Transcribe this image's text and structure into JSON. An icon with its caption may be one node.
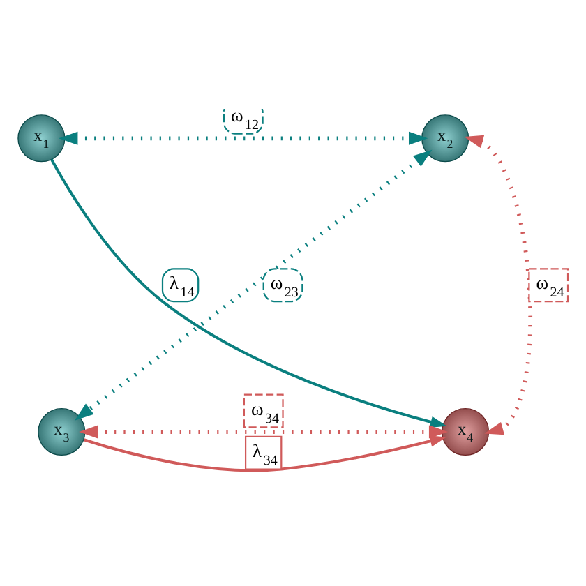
{
  "diagram": {
    "nodes": [
      {
        "text": [
          "x$_{1}$"
        ]
      },
      {
        "text": [
          "x$_{2}$"
        ]
      },
      {
        "text": [
          "x$_{3}$"
        ]
      },
      {
        "text": [
          "x$_{4}$"
        ]
      }
    ],
    "edges": [
      {
        "from": 0,
        "to": 1,
        "arrow": "both",
        "label": "ω$_{12}$",
        "style": "dashed",
        "color": "#0a7f7f"
      },
      {
        "from": 0,
        "to": 3,
        "arrow": "to",
        "label": "λ$_{14}$",
        "color": "#0a7f7f"
      },
      {
        "from": 1,
        "to": 2,
        "arrow": "both",
        "label": "ω$_{23}$",
        "style": "dashed",
        "color": "#0a7f7f"
      },
      {
        "from": 1,
        "to": 3,
        "arrow": "both",
        "label": "ω$_{24}$",
        "style": "dashed",
        "color": "#d05a5a"
      },
      {
        "from": 2,
        "to": 3,
        "arrow": "to",
        "label": "λ$_{34}$",
        "color": "#d05a5a"
      },
      {
        "from": 2,
        "to": 3,
        "arrow": "both",
        "label": "ω$_{34}$",
        "style": "dashed",
        "color": "#d05a5a"
      }
    ]
  }
}
